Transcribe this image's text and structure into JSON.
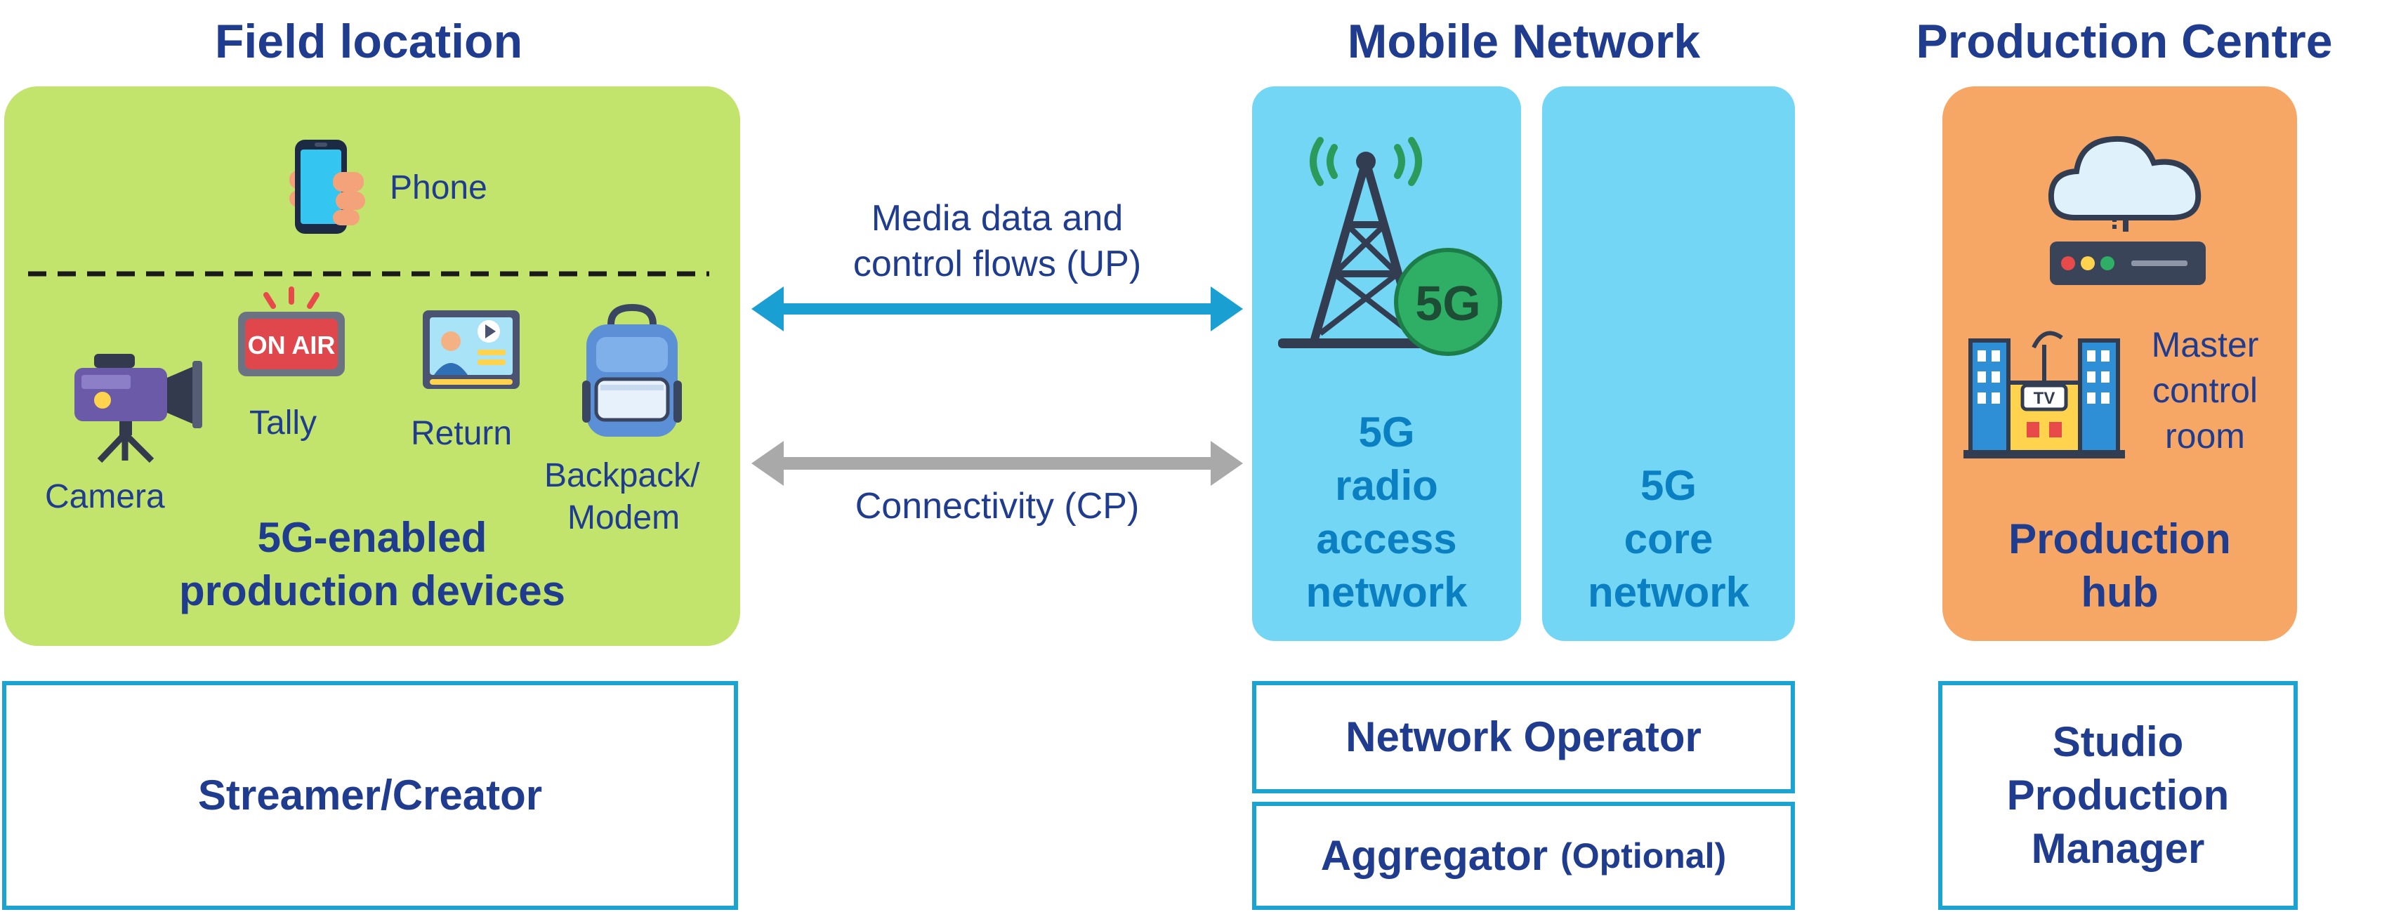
{
  "sections": {
    "field": "Field location",
    "mobile": "Mobile Network",
    "production": "Production Centre"
  },
  "field": {
    "phone": "Phone",
    "camera": "Camera",
    "tally": "Tally",
    "tally_sign": "ON AIR",
    "return": "Return",
    "backpack_line1": "Backpack/",
    "backpack_line2": "Modem",
    "group_line1": "5G-enabled",
    "group_line2": "production devices"
  },
  "flows": {
    "up_line1": "Media data and",
    "up_line2": "control flows (UP)",
    "cp": "Connectivity (CP)"
  },
  "network": {
    "badge": "5G",
    "ran": [
      "5G",
      "radio",
      "access",
      "network"
    ],
    "core": [
      "5G",
      "core",
      "network"
    ]
  },
  "production": {
    "mcr": [
      "Master",
      "control",
      "room"
    ],
    "tv_sign": "TV",
    "hub": [
      "Production",
      "hub"
    ]
  },
  "roles": {
    "streamer": "Streamer/Creator",
    "operator": "Network Operator",
    "aggregator": "Aggregator",
    "aggregator_note": "(Optional)",
    "studio": [
      "Studio",
      "Production",
      "Manager"
    ]
  },
  "colors": {
    "title": "#1f3c8f",
    "field_panel": "#c2e36c",
    "network_panel": "#74d6f5",
    "production_panel": "#f6a766",
    "up_arrow": "#1a9fd3",
    "cp_arrow": "#a9a9a9",
    "box_border": "#1ba4d2"
  },
  "icons": [
    "phone-icon",
    "camera-icon",
    "on-air-icon",
    "return-icon",
    "backpack-icon",
    "cell-tower-icon",
    "cloud-icon",
    "router-icon",
    "tv-station-icon"
  ]
}
